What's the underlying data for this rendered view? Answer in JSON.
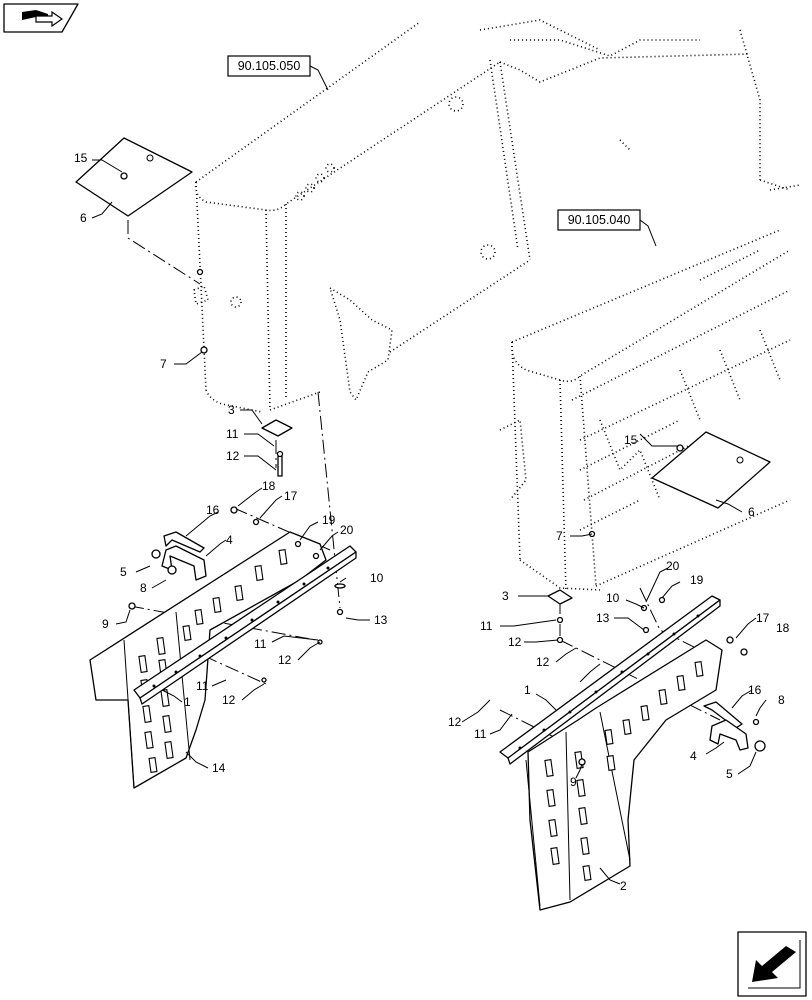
{
  "references": {
    "ref_upper": "90.105.050",
    "ref_lower": "90.105.040"
  },
  "icons": {
    "top_left": "book-with-arrow-icon",
    "bottom_right": "next-page-arrow-icon"
  },
  "callouts": {
    "l15": "15",
    "l6": "6",
    "l7": "7",
    "l3": "3",
    "l11a": "11",
    "l12a": "12",
    "l18": "18",
    "l17": "17",
    "l16": "16",
    "l4": "4",
    "l19": "19",
    "l20": "20",
    "l5": "5",
    "l8": "8",
    "l10": "10",
    "l13": "13",
    "l9": "9",
    "l11b": "11",
    "l12b": "12",
    "l11c": "11",
    "l1": "1",
    "l12c": "12",
    "l14": "14",
    "r15": "15",
    "r6": "6",
    "r7": "7",
    "r20": "20",
    "r19": "19",
    "r10": "10",
    "r3": "3",
    "r13": "13",
    "r11a": "11",
    "r17": "17",
    "r18": "18",
    "r12a": "12",
    "r12b": "12",
    "r1": "1",
    "r16": "16",
    "r8": "8",
    "r12c": "12",
    "r11b": "11",
    "r9": "9",
    "r4": "4",
    "r5": "5",
    "r2": "2"
  }
}
